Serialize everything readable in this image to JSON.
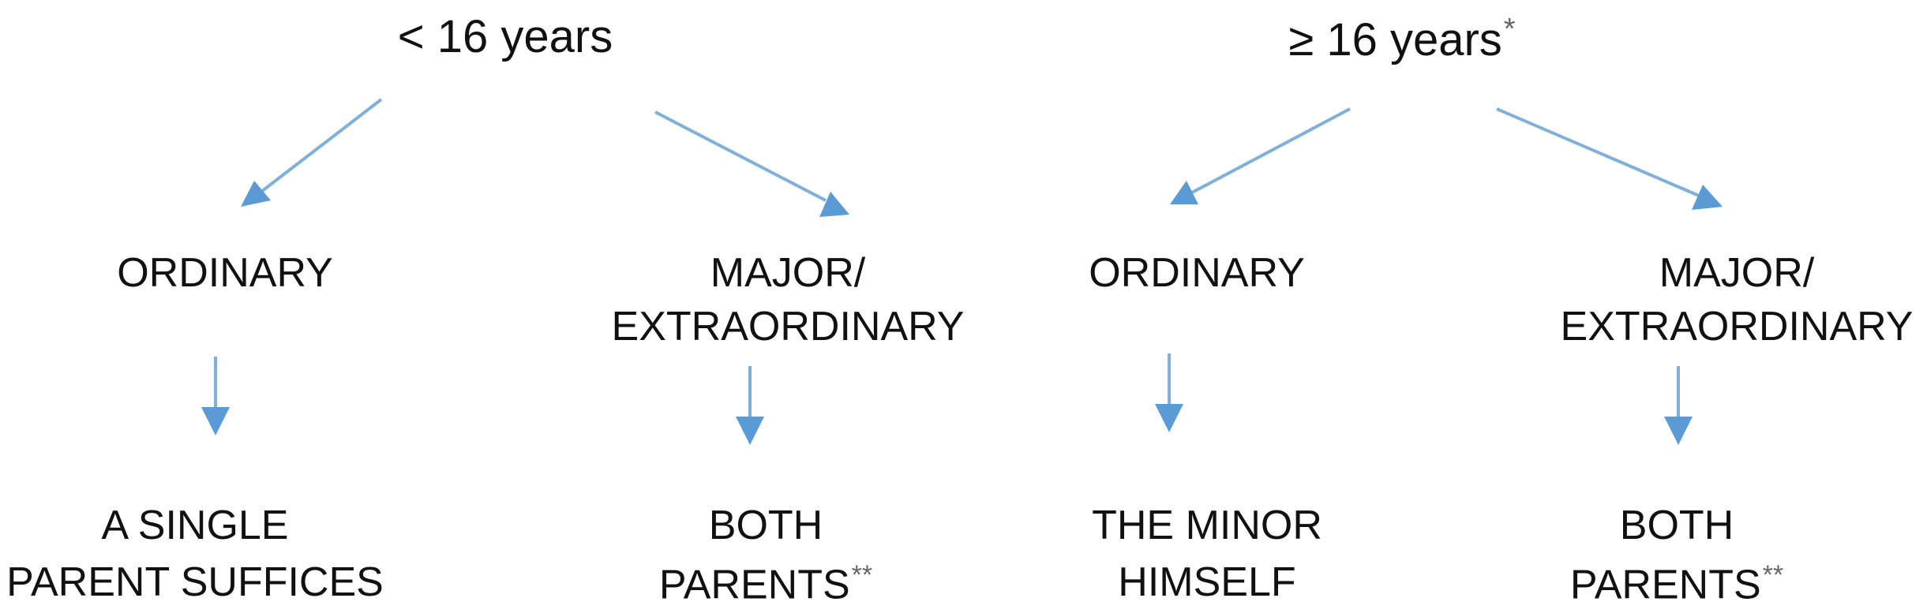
{
  "groups": [
    {
      "age_label": "< 16 years",
      "age_marker": "",
      "ordinary": {
        "label": "ORDINARY",
        "result_line1": "A SINGLE",
        "result_line2": "PARENT SUFFICES",
        "result_marker": ""
      },
      "major": {
        "label_line1": "MAJOR/",
        "label_line2": "EXTRAORDINARY",
        "result_line1": "BOTH",
        "result_line2": "PARENTS",
        "result_marker": "**"
      }
    },
    {
      "age_label": "≥ 16 years",
      "age_marker": "*",
      "ordinary": {
        "label": "ORDINARY",
        "result_line1": "THE MINOR",
        "result_line2": "HIMSELF",
        "result_marker": ""
      },
      "major": {
        "label_line1": "MAJOR/",
        "label_line2": "EXTRAORDINARY",
        "result_line1": "BOTH",
        "result_line2": "PARENTS",
        "result_marker": "**"
      }
    }
  ],
  "colors": {
    "arrow": "#7fb0da",
    "arrow_head": "#5b9bd5",
    "text": "#111111",
    "marker": "#666666"
  }
}
